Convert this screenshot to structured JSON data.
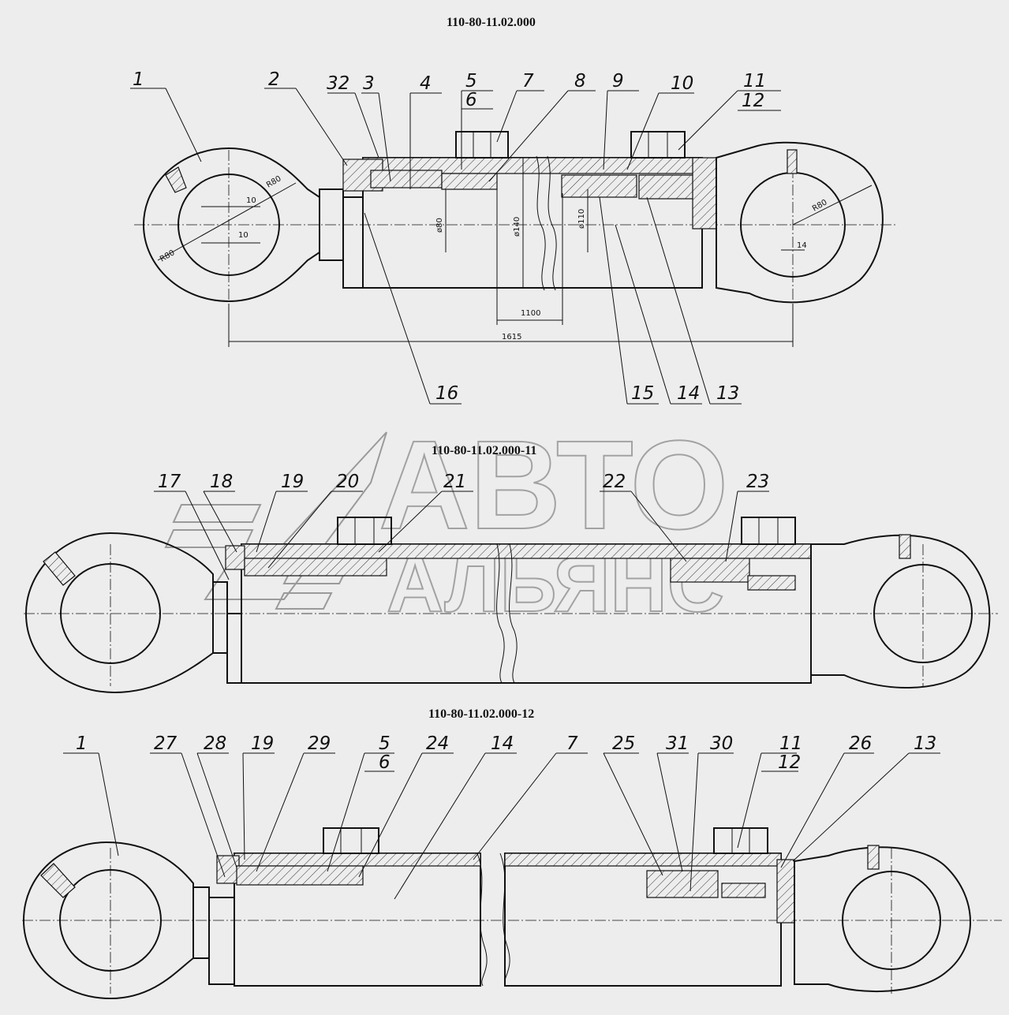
{
  "views": [
    {
      "title": "110-80-11.02.000"
    },
    {
      "title": "110-80-11.02.000-11"
    },
    {
      "title": "110-80-11.02.000-12"
    }
  ],
  "callouts_view1": [
    "1",
    "2",
    "32",
    "3",
    "4",
    "5",
    "6",
    "7",
    "8",
    "9",
    "10",
    "11",
    "12",
    "16",
    "15",
    "14",
    "13"
  ],
  "callouts_view2": [
    "17",
    "18",
    "19",
    "20",
    "21",
    "22",
    "23"
  ],
  "callouts_view3": [
    "1",
    "27",
    "28",
    "19",
    "29",
    "5",
    "6",
    "24",
    "14",
    "7",
    "25",
    "31",
    "30",
    "11",
    "12",
    "26",
    "13"
  ],
  "dimensions": {
    "r80_a": "R80",
    "r80_b": "R80",
    "r80_c": "R80",
    "ten_a": "10",
    "ten_b": "10",
    "d80": "ø80",
    "d140": "ø140",
    "d110": "ø110",
    "len_1100": "1100",
    "len_1615": "1615",
    "fourteen": "14"
  },
  "watermark": {
    "line1": "АВТО",
    "line2": "АЛЬЯНС"
  }
}
